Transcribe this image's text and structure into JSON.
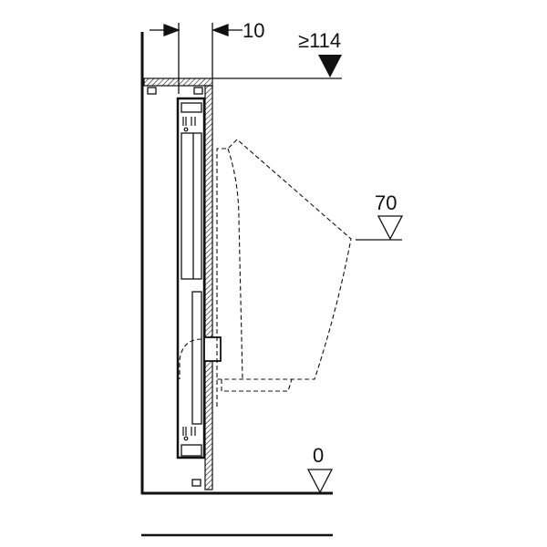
{
  "dimensions": {
    "gap_label": "10",
    "top_height_label": "≥114",
    "urinal_height_label": "70",
    "floor_label": "0"
  },
  "colors": {
    "line": "#111111",
    "background": "#ffffff"
  }
}
